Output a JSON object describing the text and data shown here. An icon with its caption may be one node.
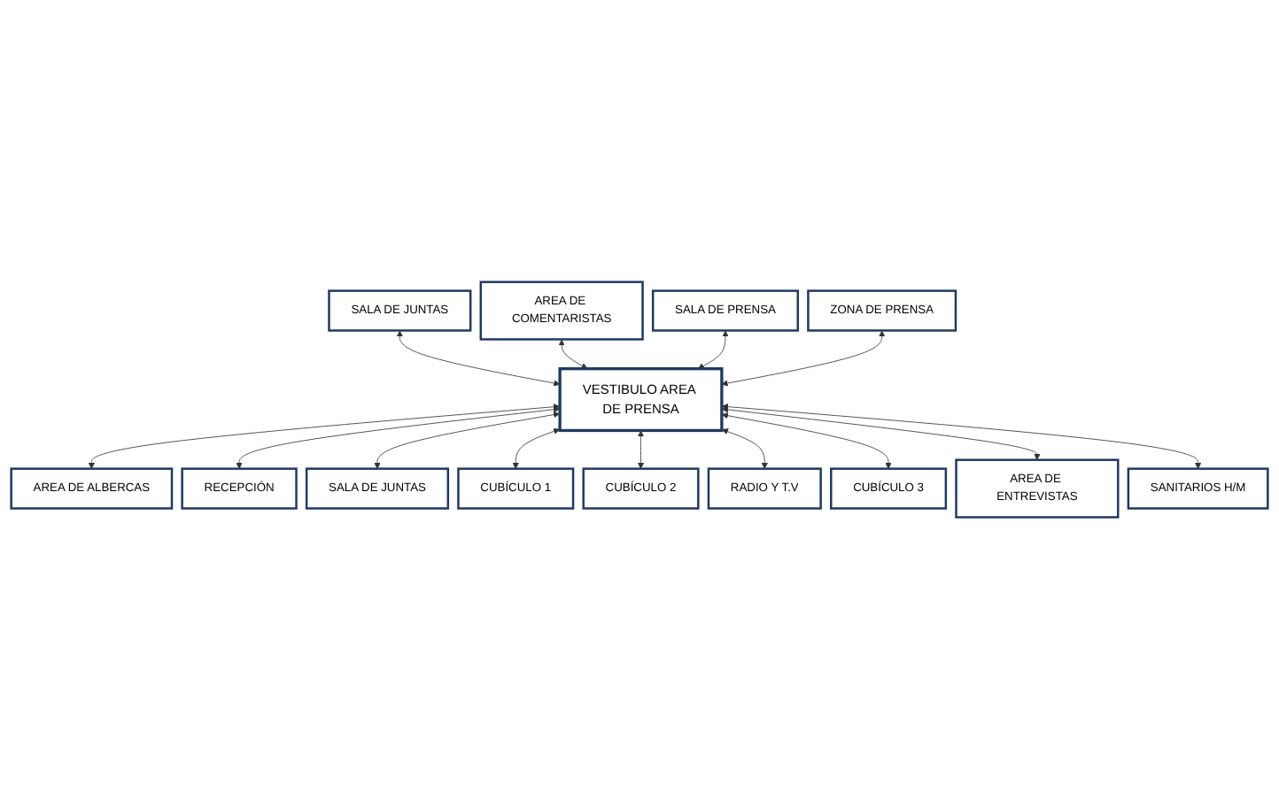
{
  "diagram": {
    "nodes": [
      {
        "text": [
          "SALA DE JUNTAS"
        ]
      },
      {
        "text": [
          "AREA DE COMENTARISTAS"
        ]
      },
      {
        "text": [
          "SALA DE PRENSA"
        ]
      },
      {
        "text": [
          "ZONA DE PRENSA"
        ]
      },
      {
        "text": [
          "VESTIBULO AREA DE PRENSA"
        ]
      },
      {
        "text": [
          "AREA DE ALBERCAS"
        ]
      },
      {
        "text": [
          "RECEPCIÓN"
        ]
      },
      {
        "text": [
          "SALA DE JUNTAS"
        ]
      },
      {
        "text": [
          "CUBÍCULO 1"
        ]
      },
      {
        "text": [
          "CUBÍCULO 2"
        ]
      },
      {
        "text": [
          "RADIO Y T.V"
        ]
      },
      {
        "text": [
          "CUBÍCULO 3"
        ]
      },
      {
        "text": [
          "AREA DE ENTREVISTAS"
        ]
      },
      {
        "text": [
          "SANITARIOS H/M"
        ]
      }
    ],
    "edges": [
      {
        "from": 0,
        "to": 4,
        "arrow": "both"
      },
      {
        "from": 1,
        "to": 4,
        "arrow": "both"
      },
      {
        "from": 2,
        "to": 4,
        "arrow": "both"
      },
      {
        "from": 3,
        "to": 4,
        "arrow": "both"
      },
      {
        "from": 4,
        "to": 5,
        "arrow": "both"
      },
      {
        "from": 4,
        "to": 6,
        "arrow": "both"
      },
      {
        "from": 4,
        "to": 7,
        "arrow": "both"
      },
      {
        "from": 4,
        "to": 8,
        "arrow": "both"
      },
      {
        "from": 4,
        "to": 9,
        "arrow": "both"
      },
      {
        "from": 4,
        "to": 10,
        "arrow": "both"
      },
      {
        "from": 4,
        "to": 11,
        "arrow": "both"
      },
      {
        "from": 4,
        "to": 12,
        "arrow": "both"
      },
      {
        "from": 4,
        "to": 13,
        "arrow": "both"
      }
    ]
  }
}
